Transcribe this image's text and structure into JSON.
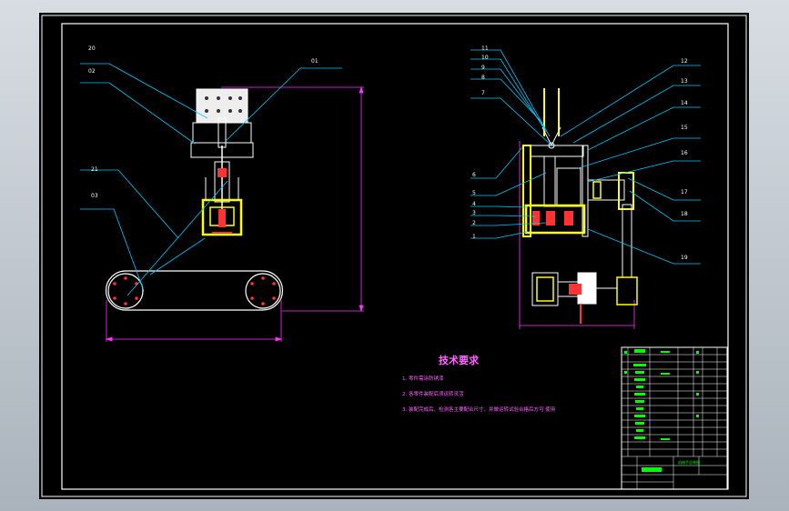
{
  "colors": {
    "background": "#000000",
    "frame": "#ffffff",
    "leader": "#00c8ff",
    "dimension": "#ff33ff",
    "parts": "#ffff00",
    "outline": "#ffffff",
    "green": "#00ff00",
    "text_magenta": "#ff66ff"
  },
  "left_callouts": [
    "20",
    "02",
    "01",
    "21",
    "03"
  ],
  "right_callouts_left": [
    "11",
    "10",
    "9",
    "8",
    "7",
    "6",
    "5",
    "4",
    "3",
    "2",
    "1"
  ],
  "right_callouts_right": [
    "12",
    "13",
    "14",
    "15",
    "16",
    "17",
    "18",
    "19"
  ],
  "notes": {
    "title": "技术要求",
    "items": [
      "1. 零件需涂防锈漆",
      "2. 各零件装配后须运转灵活",
      "3. 装配完成后，检测各主要配合尺寸，并做运转试验合格后方可  使用"
    ]
  },
  "title_block": {
    "drawing_name": "机械手总装图"
  }
}
